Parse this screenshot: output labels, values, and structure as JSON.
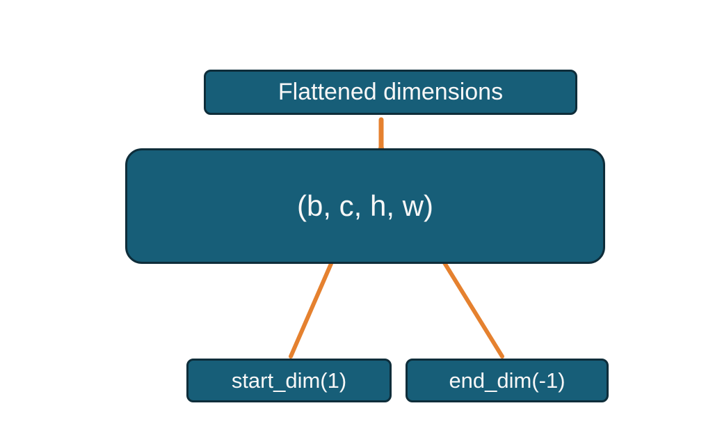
{
  "diagram": {
    "title_box": {
      "label": "Flattened dimensions"
    },
    "tensor_box": {
      "label": "(b, c, h, w)"
    },
    "start_dim_box": {
      "label": "start_dim(1)"
    },
    "end_dim_box": {
      "label": "end_dim(-1)"
    },
    "connectors": {
      "brace": "brace from flattened-dimensions label to (c, h) span of tuple",
      "left_arrow": "start_dim box points to dimension c",
      "right_arrow": "end_dim box points to dimension h"
    },
    "colors": {
      "box_fill": "#175e78",
      "box_border": "#0e2d3a",
      "text": "#f7f7f7",
      "accent_orange": "#e5812f",
      "background": "#ffffff"
    }
  }
}
